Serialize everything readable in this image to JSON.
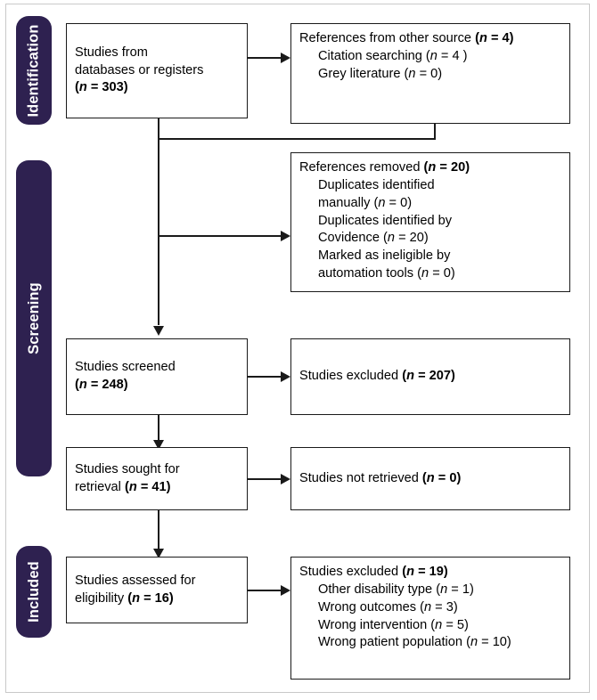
{
  "stages": [
    {
      "id": "identification",
      "label": "Identification"
    },
    {
      "id": "screening",
      "label": "Screening"
    },
    {
      "id": "included",
      "label": "Included"
    }
  ],
  "boxes": {
    "databases": {
      "lines": [
        {
          "text": "Studies from",
          "style": "plain",
          "indent": false
        },
        {
          "text": "databases or registers",
          "style": "plain",
          "indent": false
        },
        {
          "text": "(n = 303)",
          "style": "bold",
          "indent": false
        }
      ]
    },
    "other_sources": {
      "lines": [
        {
          "text": "References from other source (n = 4)",
          "style": "mixed-bold-tail",
          "indent": false
        },
        {
          "text": "Citation searching (n = 4 )",
          "style": "plain",
          "indent": true
        },
        {
          "text": "Grey literature (n = 0)",
          "style": "plain",
          "indent": true
        }
      ]
    },
    "references_removed": {
      "lines": [
        {
          "text": "References removed (n = 20)",
          "style": "mixed-bold-tail",
          "indent": false
        },
        {
          "text": "Duplicates identified",
          "style": "plain",
          "indent": true
        },
        {
          "text": "manually (n = 0)",
          "style": "plain",
          "indent": true
        },
        {
          "text": "Duplicates identified by",
          "style": "plain",
          "indent": true
        },
        {
          "text": "Covidence (n = 20)",
          "style": "plain",
          "indent": true
        },
        {
          "text": "Marked as ineligible by",
          "style": "plain",
          "indent": true
        },
        {
          "text": "automation tools (n = 0)",
          "style": "plain",
          "indent": true
        }
      ]
    },
    "studies_screened": {
      "lines": [
        {
          "text": "Studies screened",
          "style": "plain",
          "indent": false
        },
        {
          "text": "(n = 248)",
          "style": "bold",
          "indent": false
        }
      ]
    },
    "studies_excluded_screening": {
      "lines": [
        {
          "text": "Studies excluded (n = 207)",
          "style": "mixed-bold-tail",
          "indent": false
        }
      ]
    },
    "studies_sought": {
      "lines": [
        {
          "text": "Studies sought for",
          "style": "plain",
          "indent": false
        },
        {
          "text": "retrieval (n = 41)",
          "style": "mixed-bold-tail",
          "indent": false
        }
      ]
    },
    "studies_not_retrieved": {
      "lines": [
        {
          "text": "Studies not retrieved (n = 0)",
          "style": "mixed-bold-tail",
          "indent": false
        }
      ]
    },
    "studies_assessed": {
      "lines": [
        {
          "text": "Studies assessed for",
          "style": "plain",
          "indent": false
        },
        {
          "text": "eligibility (n = 16)",
          "style": "mixed-bold-tail",
          "indent": false
        }
      ]
    },
    "studies_excluded_eligibility": {
      "lines": [
        {
          "text": "Studies excluded (n = 19)",
          "style": "mixed-bold-tail",
          "indent": false
        },
        {
          "text": "Other disability type (n = 1)",
          "style": "plain",
          "indent": true
        },
        {
          "text": "Wrong outcomes (n = 3)",
          "style": "plain",
          "indent": true
        },
        {
          "text": "Wrong intervention (n = 5)",
          "style": "plain",
          "indent": true
        },
        {
          "text": "Wrong patient population (n = 10)",
          "style": "plain",
          "indent": true
        }
      ]
    }
  },
  "chart_data": {
    "type": "diagram",
    "title": "PRISMA 2020 flow diagram",
    "nodes": [
      {
        "id": "databases",
        "stage": "Identification",
        "label": "Studies from databases or registers",
        "n": 303
      },
      {
        "id": "other_sources",
        "stage": "Identification",
        "label": "References from other source",
        "n": 4,
        "children": [
          {
            "label": "Citation searching",
            "n": 4
          },
          {
            "label": "Grey literature",
            "n": 0
          }
        ]
      },
      {
        "id": "references_removed",
        "stage": "Screening",
        "label": "References removed",
        "n": 20,
        "children": [
          {
            "label": "Duplicates identified manually",
            "n": 0
          },
          {
            "label": "Duplicates identified by Covidence",
            "n": 20
          },
          {
            "label": "Marked as ineligible by automation tools",
            "n": 0
          }
        ]
      },
      {
        "id": "studies_screened",
        "stage": "Screening",
        "label": "Studies screened",
        "n": 248
      },
      {
        "id": "studies_excluded_screening",
        "stage": "Screening",
        "label": "Studies excluded",
        "n": 207
      },
      {
        "id": "studies_sought",
        "stage": "Screening",
        "label": "Studies sought for retrieval",
        "n": 41
      },
      {
        "id": "studies_not_retrieved",
        "stage": "Screening",
        "label": "Studies not retrieved",
        "n": 0
      },
      {
        "id": "studies_assessed",
        "stage": "Included",
        "label": "Studies assessed for eligibility",
        "n": 16
      },
      {
        "id": "studies_excluded_eligibility",
        "stage": "Included",
        "label": "Studies excluded",
        "n": 19,
        "children": [
          {
            "label": "Other disability type",
            "n": 1
          },
          {
            "label": "Wrong outcomes",
            "n": 3
          },
          {
            "label": "Wrong intervention",
            "n": 5
          },
          {
            "label": "Wrong patient population",
            "n": 10
          }
        ]
      }
    ],
    "edges": [
      {
        "from": "databases",
        "to": "other_sources"
      },
      {
        "from": "databases",
        "to": "references_removed"
      },
      {
        "from": "other_sources",
        "to": "references_removed"
      },
      {
        "from": "databases",
        "to": "studies_screened"
      },
      {
        "from": "studies_screened",
        "to": "studies_excluded_screening"
      },
      {
        "from": "studies_screened",
        "to": "studies_sought"
      },
      {
        "from": "studies_sought",
        "to": "studies_not_retrieved"
      },
      {
        "from": "studies_sought",
        "to": "studies_assessed"
      },
      {
        "from": "studies_assessed",
        "to": "studies_excluded_eligibility"
      }
    ],
    "colors": {
      "stage_bar": "#2E2150",
      "box_border": "#1a1a1a",
      "text": "#000000",
      "background": "#ffffff"
    }
  }
}
